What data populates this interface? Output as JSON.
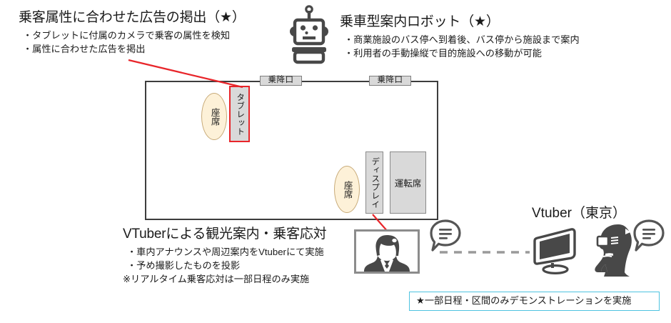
{
  "sections": {
    "ad": {
      "heading": "乗客属性に合わせた広告の掲出（★）",
      "bullets": [
        "・タブレットに付属のカメラで乗客の属性を検知",
        "・属性に合わせた広告を掲出"
      ]
    },
    "robot": {
      "icon": "robot-icon",
      "heading": "乗車型案内ロボット（★）",
      "bullets": [
        "・商業施設のバス停へ到着後、バス停から施設まで案内",
        "・利用者の手動操縦で目的施設への移動が可能"
      ]
    },
    "vtuber": {
      "heading": "VTuberによる観光案内・乗客応対",
      "bullets": [
        "・車内アナウンスや周辺案内をVtuberにて実施",
        "・予め撮影したものを投影",
        "※リアルタイム乗客応対は一部日程のみ実施"
      ]
    }
  },
  "bus": {
    "doors": [
      {
        "label": "乗降口"
      },
      {
        "label": "乗降口"
      }
    ],
    "seats": [
      {
        "label": "座席"
      },
      {
        "label": "座席"
      }
    ],
    "tablet": {
      "label": "タブレット"
    },
    "display": {
      "label": "ディスプレイ"
    },
    "driver_seat": {
      "label": "運転席"
    }
  },
  "remote": {
    "label": "Vtuber（東京）",
    "icons": {
      "avatar": "vtuber-avatar-icon",
      "bubble_left": "speech-bubble-icon",
      "monitor": "monitor-icon",
      "vr_person": "vr-headset-person-icon",
      "bubble_right": "speech-bubble-icon",
      "link": "dashed-connector"
    }
  },
  "note": {
    "text": "★一部日程・区間のみデモンストレーションを実施"
  },
  "colors": {
    "accent_red": "#e8252a",
    "note_border": "#4ec3e0",
    "seat_fill": "#fdf1d8",
    "seat_stroke": "#c8ab79",
    "box_fill": "#d9d9d9",
    "icon_dark": "#484848",
    "bus_stroke": "#3d3d3d"
  }
}
